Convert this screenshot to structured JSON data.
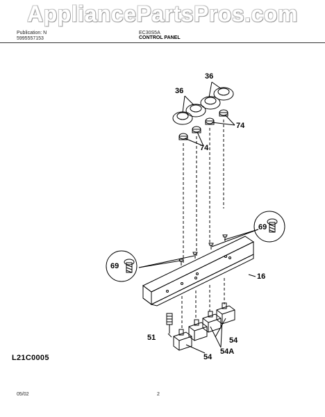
{
  "header": {
    "watermark": "AppliancePartsPros.com",
    "brand": "Publication: N",
    "publication_number": "5995557153",
    "model": "EC30S5A",
    "section_title": "CONTROL PANEL"
  },
  "callouts": {
    "knob": "36",
    "knob_b": "36",
    "insert": "74",
    "insert_b": "74",
    "screw": "69",
    "screw_b": "69",
    "panel": "16",
    "switch_pin": "51",
    "switch": "54",
    "switch_b": "54",
    "switch_a": "54A"
  },
  "diagram_id": "L21C0005",
  "footer": {
    "date": "05/02",
    "page": "2"
  }
}
